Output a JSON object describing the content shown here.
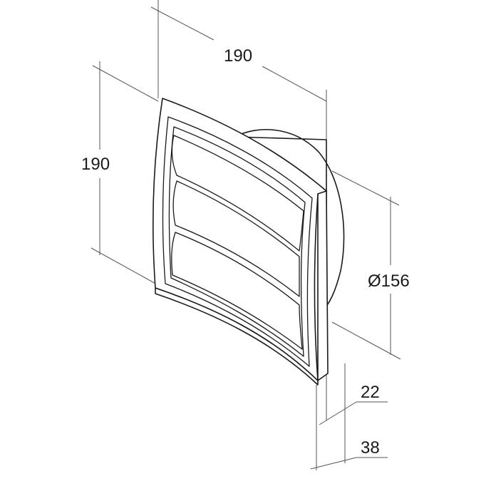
{
  "dimensions": {
    "top_width": "190",
    "left_height": "190",
    "spigot_diameter": "Ø156",
    "spigot_depth_small": "22",
    "spigot_depth_large": "38"
  },
  "colors": {
    "line": "#1a1a1a",
    "dimension_line": "#555555",
    "background": "#ffffff"
  }
}
